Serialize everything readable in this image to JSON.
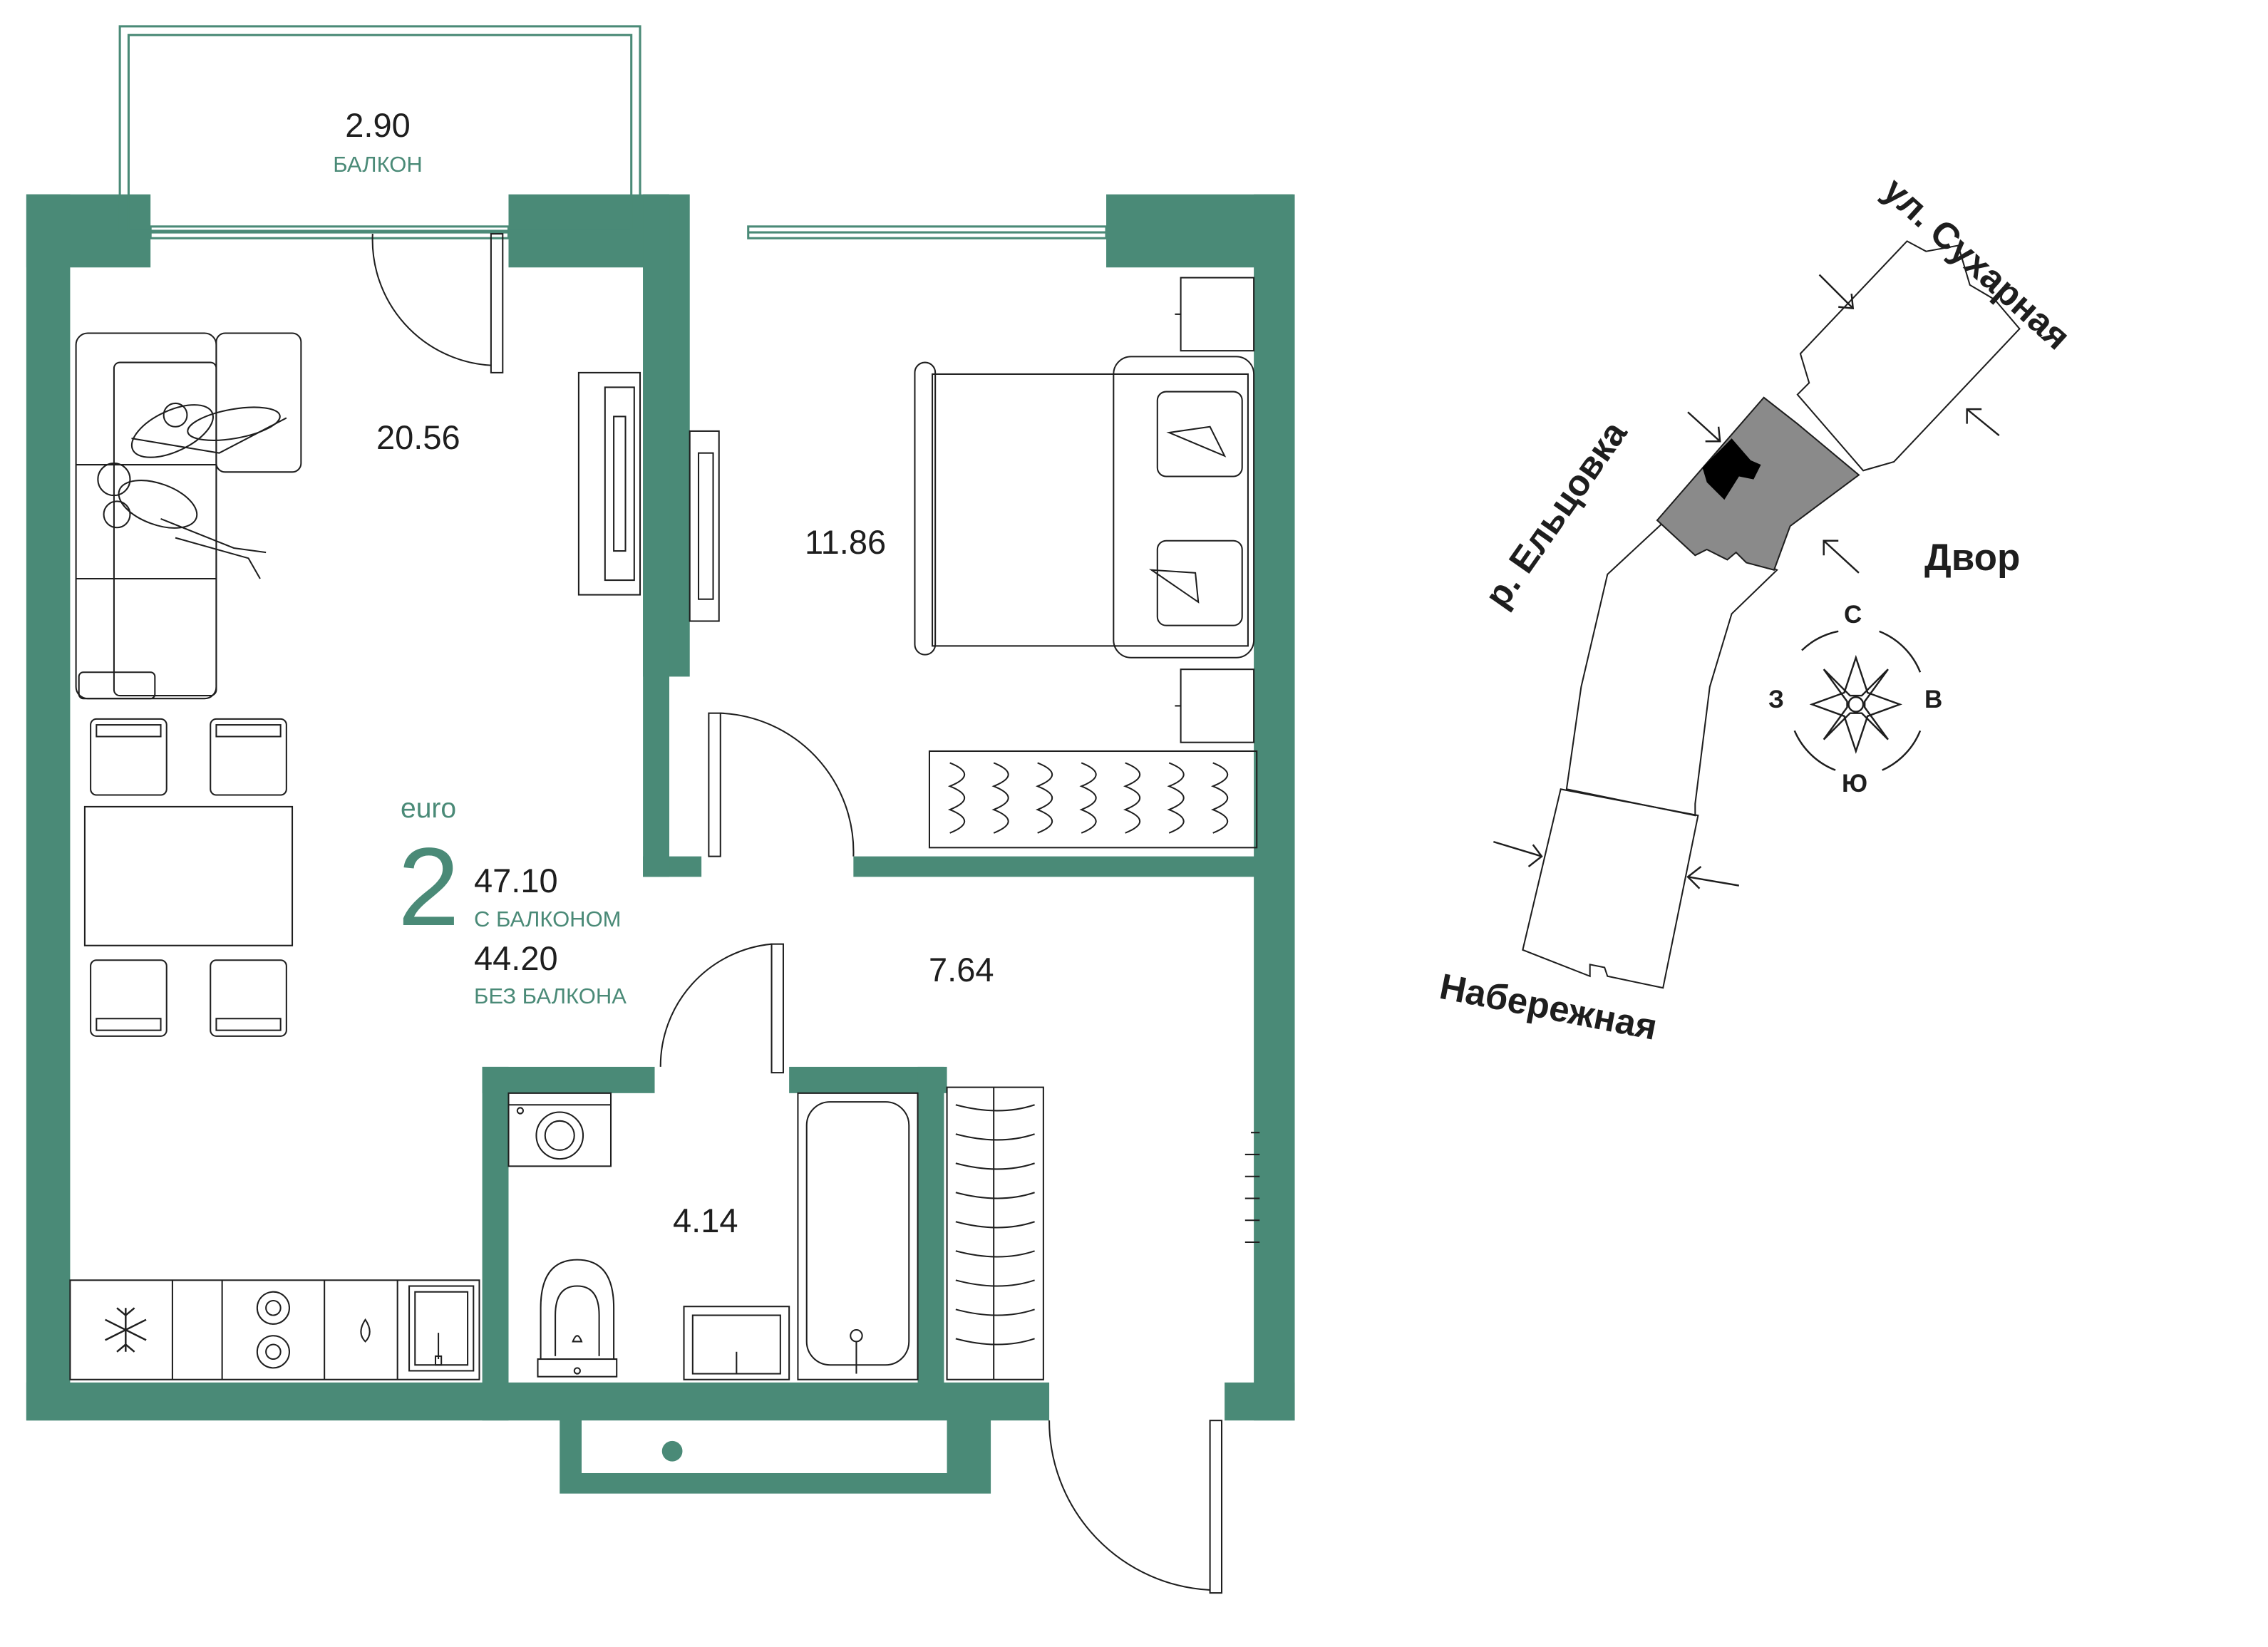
{
  "colors": {
    "wall": "#4a8a77",
    "accent": "#4a8a77",
    "line": "#1e1e1e",
    "building": "#8a8a8a"
  },
  "rooms": {
    "balcony": {
      "area": "2.90",
      "label": "БАЛКОН"
    },
    "living": {
      "area": "20.56"
    },
    "bedroom": {
      "area": "11.86"
    },
    "hall": {
      "area": "7.64"
    },
    "bathroom": {
      "area": "4.14"
    }
  },
  "summary": {
    "type": "euro",
    "rooms": "2",
    "area_with_balcony": "47.10",
    "with_balcony_label": "С БАЛКОНОМ",
    "area_without_balcony": "44.20",
    "without_balcony_label": "БЕЗ БАЛКОНА"
  },
  "site_plan": {
    "street": "ул. Сухарная",
    "river": "р. Ельцовка",
    "yard": "Двор",
    "embankment": "Набережная"
  },
  "compass": {
    "north": "С",
    "south": "Ю",
    "west": "З",
    "east": "В"
  },
  "icons": [
    "sofa-icon",
    "chair-icon",
    "table-icon",
    "bed-icon",
    "pillow-icon",
    "tv-icon",
    "nightstand-icon",
    "radiator-icon",
    "fridge-icon",
    "stove-icon",
    "sink-icon",
    "washing-machine-icon",
    "toilet-icon",
    "bathtub-icon",
    "compass-icon",
    "arrow-icon"
  ]
}
